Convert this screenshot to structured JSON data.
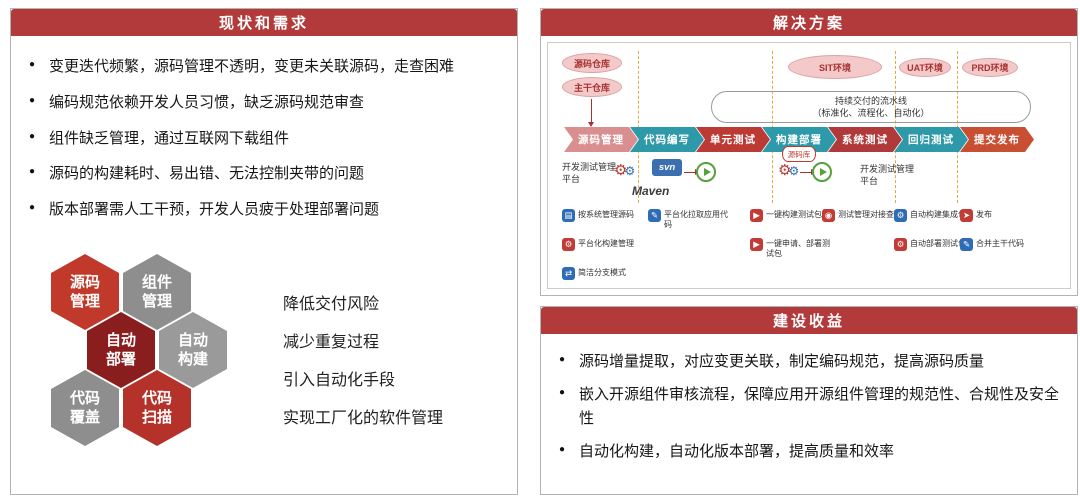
{
  "palette": {
    "banner_red": "#b23a3a",
    "hex_red": "#c0392b",
    "hex_dark_red": "#8a1e1e",
    "hex_gray": "#8e8e8e",
    "stage_salmon": "#d98f8f",
    "stage_teal": "#2e99a8",
    "stage_red": "#bb3a34",
    "stage_dark_red": "#b03a3a",
    "stage_orange_red": "#c94f33",
    "tool_blue": "#2e6cb5",
    "tool_red": "#c23b35",
    "env_pink": "#f3c9c9",
    "env_text_red": "#a83232",
    "divider_yellow": "#e2aa3a",
    "svn_blue": "#3b6fb0",
    "play_green": "#55a13a"
  },
  "left_panel": {
    "title": "现状和需求",
    "bullets": [
      "变更迭代频繁，源码管理不透明，变更未关联源码，走查困难",
      "编码规范依赖开发人员习惯，缺乏源码规范审查",
      "组件缺乏管理，通过互联网下载组件",
      "源码的构建耗时、易出错、无法控制夹带的问题",
      "版本部署需人工干预，开发人员疲于处理部署问题"
    ],
    "hexagons": [
      {
        "label": "源码\n管理",
        "color": "#c0392b"
      },
      {
        "label": "组件\n管理",
        "color": "#8e8e8e"
      },
      {
        "label": "自动\n部署",
        "color": "#8a1e1e"
      },
      {
        "label": "自动\n构建",
        "color": "#9a9a9a"
      },
      {
        "label": "代码\n覆盖",
        "color": "#8e8e8e"
      },
      {
        "label": "代码\n扫描",
        "color": "#b5322a"
      }
    ],
    "goals": [
      "降低交付风险",
      "减少重复过程",
      "引入自动化手段",
      "实现工厂化的软件管理"
    ]
  },
  "solution_panel": {
    "title": "解决方案",
    "repositories": [
      "源码仓库",
      "主干仓库"
    ],
    "environments": [
      "SIT环境",
      "UAT环境",
      "PRD环境"
    ],
    "pipeline_banner": "持续交付的流水线\n（标准化、流程化、自动化）",
    "stages": [
      {
        "label": "源码管理",
        "color": "#d98f8f"
      },
      {
        "label": "代码编写",
        "color": "#2e99a8"
      },
      {
        "label": "单元测试",
        "color": "#bb3a34"
      },
      {
        "label": "构建部署",
        "color": "#2e99a8"
      },
      {
        "label": "系统测试",
        "color": "#b03a3a"
      },
      {
        "label": "回归测试",
        "color": "#2e99a8"
      },
      {
        "label": "提交发布",
        "color": "#c94f33"
      }
    ],
    "platform_label_left": "开发测试管理平台",
    "platform_label_right": "开发测试管理平台",
    "svn_label": "svn",
    "maven_label": "Maven",
    "source_repo_label": "源码库",
    "tools": [
      {
        "label": "按系统管理源码",
        "color": "blue",
        "glyph": "▤"
      },
      {
        "label": "平台化拉取应用代码",
        "color": "blue",
        "glyph": "✎"
      },
      {
        "label": "一键构建测试包",
        "color": "red",
        "glyph": "▶"
      },
      {
        "label": "测试管理对接查询",
        "color": "red",
        "glyph": "◉"
      },
      {
        "label": "自动构建集成包",
        "color": "blue",
        "glyph": "⚙"
      },
      {
        "label": "发布",
        "color": "red",
        "glyph": "➤"
      },
      {
        "label": "平台化构建管理",
        "color": "red",
        "glyph": "⚙"
      },
      {
        "label": "一键申请、部署测试包",
        "color": "red",
        "glyph": "▶"
      },
      {
        "label": "自动部署测试包",
        "color": "red",
        "glyph": "⚙"
      },
      {
        "label": "合并主干代码",
        "color": "blue",
        "glyph": "✎"
      },
      {
        "label": "简洁分支模式",
        "color": "blue",
        "glyph": "⇄"
      }
    ]
  },
  "gains_panel": {
    "title": "建设收益",
    "bullets": [
      "源码增量提取，对应变更关联，制定编码规范，提高源码质量",
      "嵌入开源组件审核流程，保障应用开源组件管理的规范性、合规性及安全性",
      "自动化构建，自动化版本部署，提高质量和效率"
    ]
  }
}
